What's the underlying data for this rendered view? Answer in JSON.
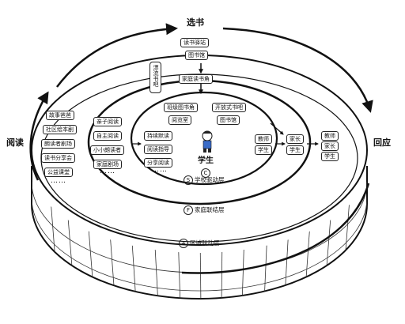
{
  "cycle": {
    "top": "选书",
    "left": "阅读",
    "right": "回应"
  },
  "regional": {
    "layer": "区域联动层",
    "letter": "A",
    "items": [
      "故事爸爸",
      "社区绘本剧",
      "朗读者剧场",
      "读书分享会",
      "公益课堂"
    ],
    "more": "……"
  },
  "family": {
    "layer": "家庭联结层",
    "letter": "F",
    "items": [
      "亲子阅读",
      "自主阅读",
      "小小朗读者",
      "家庭剧场"
    ],
    "more": "……"
  },
  "school": {
    "layer": "学校驱动层",
    "letter": "S",
    "items": [
      "持续默读",
      "阅读指导",
      "分享阅读"
    ],
    "more": "……"
  },
  "top_items": [
    "读书驿站",
    "图书馆",
    "家庭读书角"
  ],
  "drift": "漂流书吧",
  "school_places": [
    "班级图书角",
    "开放式书吧",
    "阅览室",
    "图书馆"
  ],
  "center": {
    "label": "学生",
    "letter": "C"
  },
  "roles_inner": [
    "教师",
    "学生"
  ],
  "roles_middle": [
    "家长",
    "学生"
  ],
  "roles_outer": [
    "教师",
    "家长",
    "学生"
  ]
}
